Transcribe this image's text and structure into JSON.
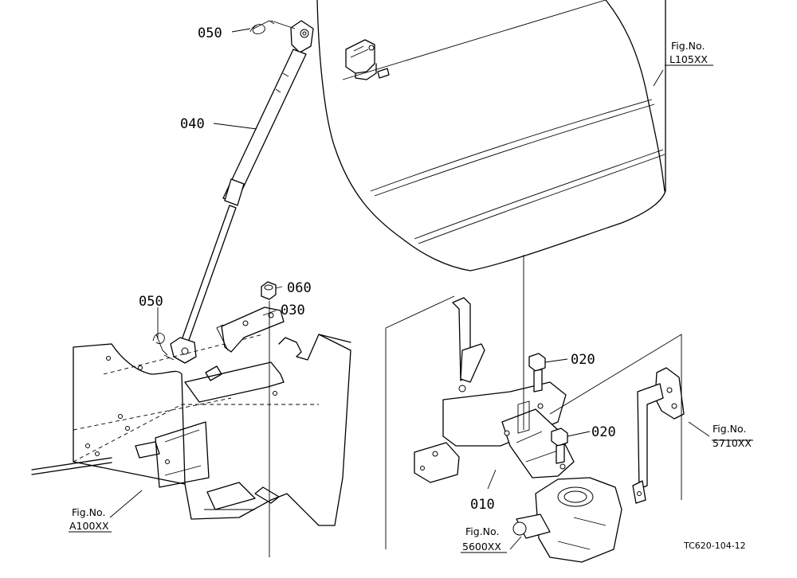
{
  "drawing_code": "TC620-104-12",
  "callouts": {
    "p050_top": "050",
    "p050_left": "050",
    "p040": "040",
    "p060": "060",
    "p030": "030",
    "p020_upper": "020",
    "p020_lower": "020",
    "p010": "010"
  },
  "fig_refs": {
    "l105": {
      "line1": "Fig.No.",
      "line2": "L105XX"
    },
    "a100": {
      "line1": "Fig.No.",
      "line2": "A100XX"
    },
    "s5710": {
      "line1": "Fig.No.",
      "line2": "5710XX"
    },
    "s5600": {
      "line1": "Fig.No.",
      "line2": "5600XX"
    }
  }
}
